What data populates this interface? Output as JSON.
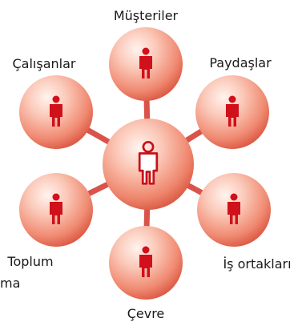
{
  "diagram": {
    "center": {
      "icon": "person-icon"
    },
    "nodes": [
      {
        "id": "musteriler",
        "label": "Müşteriler",
        "icon": "person-icon"
      },
      {
        "id": "paydaslar",
        "label": "Paydaşlar",
        "icon": "person-icon"
      },
      {
        "id": "is-ortaklari",
        "label": "İş ortakları",
        "icon": "person-icon"
      },
      {
        "id": "cevre",
        "label": "Çevre",
        "icon": "person-icon"
      },
      {
        "id": "toplum",
        "label": "Toplum",
        "icon": "person-icon"
      },
      {
        "id": "calisanlar",
        "label": "Çalışanlar",
        "icon": "person-icon"
      }
    ],
    "edge_fragment": "ma"
  },
  "colors": {
    "connector": "#d9534a",
    "ball_light": "#fff1ec",
    "ball_mid": "#f6a792",
    "ball_dark": "#d75843",
    "icon_red": "#d0101a",
    "text": "#1a1a1a"
  }
}
